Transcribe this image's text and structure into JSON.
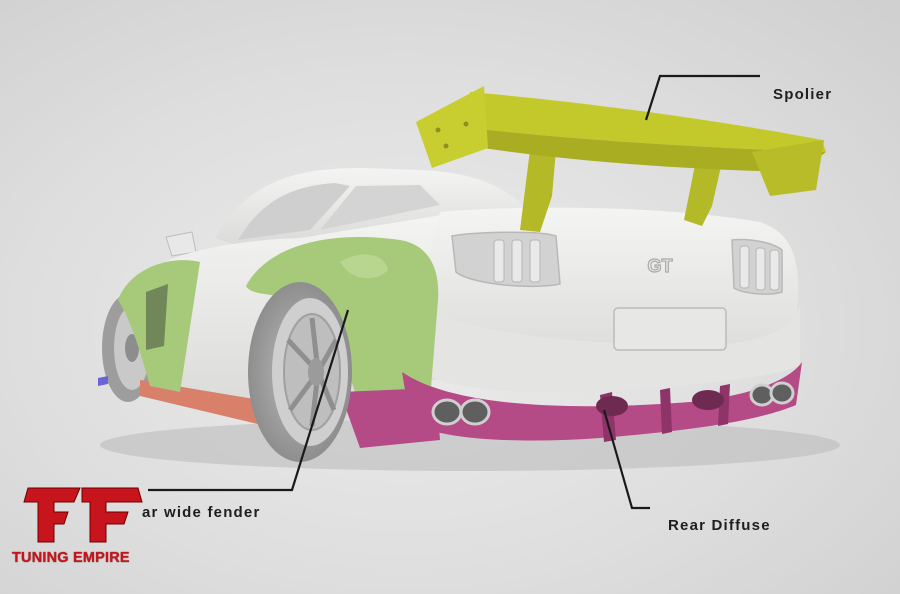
{
  "callouts": {
    "spoiler": "Spolier",
    "fender": "ar wide fender",
    "diffuser": "Rear Diffuse"
  },
  "car": {
    "badge": "GT"
  },
  "brand": {
    "name": "TUNING EMPIRE",
    "color": "#c8141c"
  },
  "colors": {
    "body": "#ededeb",
    "spoiler": "#c3c92a",
    "fender": "#a6c97a",
    "diffuser": "#b44a86",
    "side_skirt": "#d8806a",
    "background": "#dcdcdc"
  }
}
